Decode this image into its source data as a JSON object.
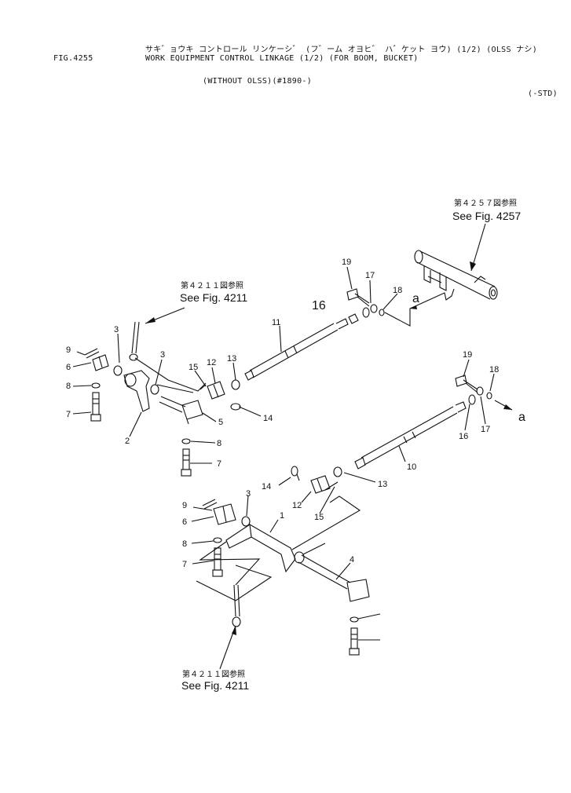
{
  "header": {
    "fig_no": "FIG.4255",
    "title_kana": "サキ゛ョウキ コントロール リンケーシ゛ (フ゛ーム オヨヒ゛ ハ゛ケット ヨウ) (1/2) (OLSS ナシ)",
    "title_en": "WORK EQUIPMENT CONTROL LINKAGE (1/2) (FOR BOOM, BUCKET)",
    "subtitle": "(WITHOUT OLSS)(#1890-)",
    "spec": "(-STD)"
  },
  "references": [
    {
      "jp": "第４２５７図参照",
      "en": "See Fig. 4257"
    },
    {
      "jp": "第４２１１図参照",
      "en": "See Fig. 4211"
    },
    {
      "jp": "第４２１１図参照",
      "en": "See Fig. 4211"
    }
  ],
  "callouts": [
    "1",
    "2",
    "3",
    "3",
    "3",
    "4",
    "5",
    "6",
    "6",
    "7",
    "7",
    "7",
    "8",
    "8",
    "8",
    "9",
    "9",
    "10",
    "11",
    "12",
    "12",
    "13",
    "13",
    "14",
    "14",
    "15",
    "15",
    "16",
    "16",
    "17",
    "17",
    "18",
    "18",
    "19",
    "19",
    "a",
    "a"
  ]
}
